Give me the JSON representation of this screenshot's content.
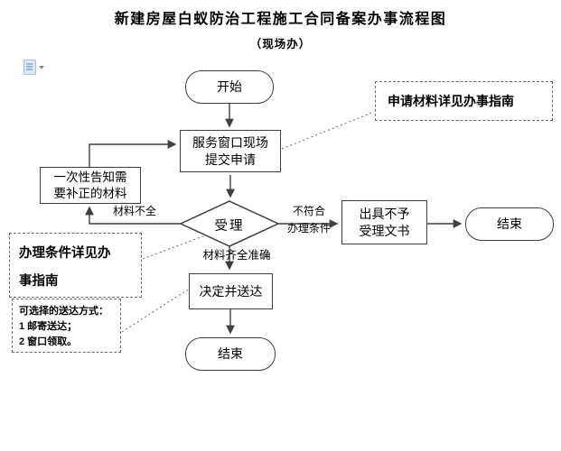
{
  "page": {
    "title": "新建房屋白蚁防治工程施工合同备案办事流程图",
    "subtitle": "（现场办）"
  },
  "icons": {
    "paste_options": "clipboard-paste-icon",
    "dropdown": "chevron-down-icon"
  },
  "flowchart": {
    "nodes": {
      "start": {
        "label": "开始"
      },
      "submit": {
        "line1": "服务窗口现场",
        "line2": "提交申请"
      },
      "notify": {
        "line1": "一次性告知需",
        "line2": "要补正的材料"
      },
      "accept": {
        "label": "受理"
      },
      "reject_doc": {
        "line1": "出具不予",
        "line2": "受理文书"
      },
      "end_right": {
        "label": "结束"
      },
      "decide": {
        "label": "决定并送达"
      },
      "end_bottom": {
        "label": "结束"
      }
    },
    "edge_labels": {
      "incomplete": "材料不全",
      "not_meet_line1": "不符合",
      "not_meet_line2": "办理条件",
      "complete": "材料齐全准确"
    },
    "notes": {
      "materials": "申请材料详见办事指南",
      "conditions_line1": "办理条件详见办",
      "conditions_line2": "事指南",
      "delivery_line1": "可选择的送达方式：",
      "delivery_line2": "1 邮寄送达；",
      "delivery_line3": "2 窗口领取。"
    },
    "colors": {
      "line": "#3f3f3f",
      "note_border": "#6a6a6a",
      "background": "#ffffff"
    }
  }
}
